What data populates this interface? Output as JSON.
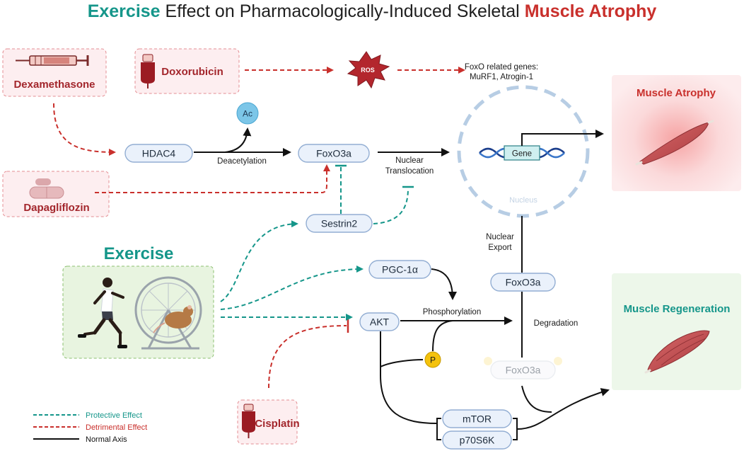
{
  "title": {
    "part1": "Exercise",
    "part2": " Effect on Pharmacologically-Induced Skeletal ",
    "part3": "Muscle Atrophy"
  },
  "colors": {
    "protective": "#15968a",
    "detrimental": "#c9302c",
    "normal": "#111111",
    "pill_fill": "#eaf1fb",
    "pill_stroke": "#93aed3"
  },
  "drugs": {
    "dexamethasone": "Dexamethasone",
    "doxorubicin": "Doxorubicin",
    "dapagliflozin": "Dapagliflozin",
    "cisplatin": "Cisplatin"
  },
  "ros": "ROS",
  "acetyl": "Ac",
  "phospho": "P",
  "nodes": {
    "hdac4": "HDAC4",
    "foxo3a": "FoxO3a",
    "sestrin2": "Sestrin2",
    "pgc1a": "PGC-1α",
    "akt": "AKT",
    "foxo3a_export": "FoxO3a",
    "foxo3a_degraded": "FoxO3a",
    "mtor": "mTOR",
    "p70s6k": "p70S6K"
  },
  "labels": {
    "deacetylation": "Deacetylation",
    "nuclear_translocation_1": "Nuclear",
    "nuclear_translocation_2": "Translocation",
    "nuclear_export_1": "Nuclear",
    "nuclear_export_2": "Export",
    "phosphorylation": "Phosphorylation",
    "degradation": "Degradation",
    "foxo_genes_1": "FoxO related genes:",
    "foxo_genes_2": "MuRF1, Atrogin-1",
    "gene": "Gene",
    "nucleus": "Nucleus"
  },
  "exercise_title": "Exercise",
  "outcomes": {
    "atrophy": "Muscle Atrophy",
    "regeneration": "Muscle Regeneration"
  },
  "legend": [
    {
      "label": "Protective Effect",
      "color": "#15968a",
      "style": "dashed"
    },
    {
      "label": "Detrimental Effect",
      "color": "#c9302c",
      "style": "dashed"
    },
    {
      "label": "Normal Axis",
      "color": "#111111",
      "style": "solid"
    }
  ]
}
